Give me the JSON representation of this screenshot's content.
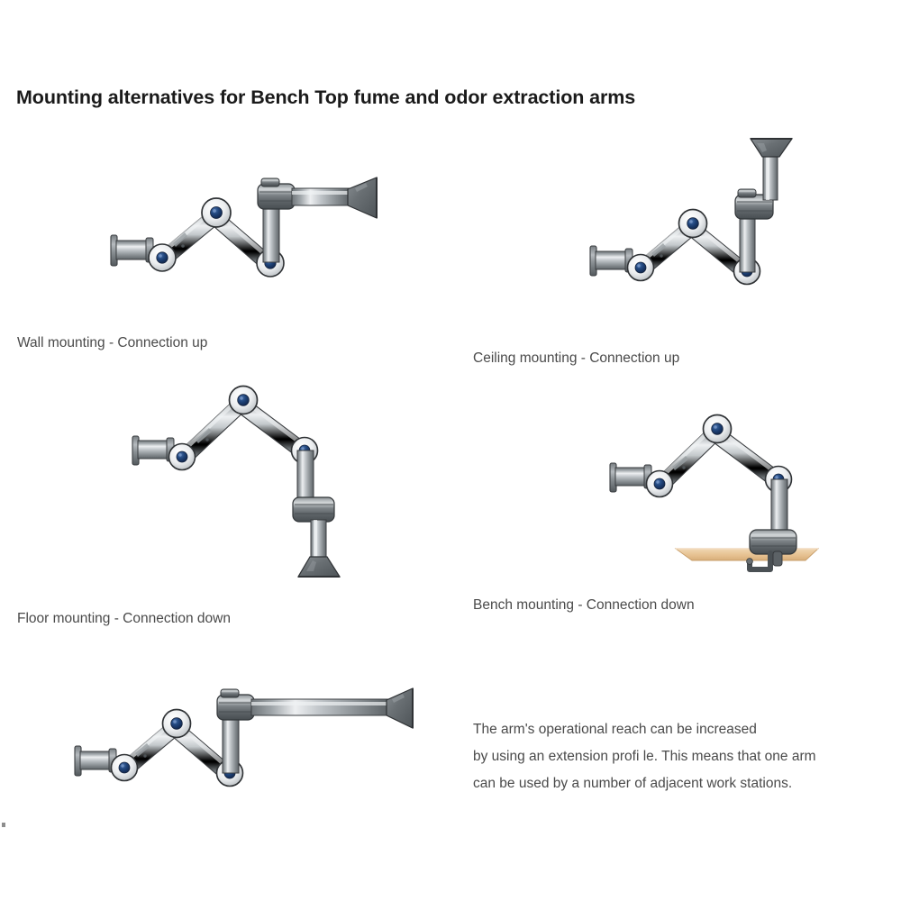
{
  "document": {
    "title": "Mounting alternatives for Bench Top fume and odor extraction arms",
    "background_color": "#ffffff",
    "text_color": "#4a4a4a",
    "title_color": "#1a1a1a"
  },
  "figures": [
    {
      "id": "wall-mount",
      "caption": "Wall mounting - Connection up",
      "hood_direction": "horizontal-right",
      "mount": "wall-flange",
      "extension": false
    },
    {
      "id": "ceiling-mount",
      "caption": "Ceiling mounting - Connection up",
      "hood_direction": "up",
      "mount": "wall-flange",
      "extension": false
    },
    {
      "id": "floor-mount",
      "caption": "Floor mounting - Connection down",
      "hood_direction": "down",
      "mount": "wall-flange",
      "extension": false
    },
    {
      "id": "bench-mount",
      "caption": "Bench mounting - Connection down",
      "hood_direction": "down-clamp",
      "mount": "bench-clamp",
      "extension": false
    },
    {
      "id": "extension-arm",
      "caption": "",
      "hood_direction": "horizontal-right",
      "mount": "wall-flange",
      "extension": true
    }
  ],
  "note": {
    "text": "The arm's operational reach can be increased by using an extension profi le. This means that one arm can be used by a number of adjacent work stations.",
    "lines": [
      "The arm's operational reach can be increased",
      "by using an extension profi le. This means that one arm",
      "can be used by a number of adjacent work stations."
    ]
  },
  "colors": {
    "joint_center": "#1b3a6b",
    "joint_hub": "#f2f4f6",
    "metal_light": "#e8eaec",
    "metal_mid": "#a9aeb2",
    "metal_dark": "#6e7478",
    "housing_dark": "#5a6064",
    "hood": "#6d7276",
    "bench_top": "#e9c79a",
    "outline": "#3a3d40"
  }
}
